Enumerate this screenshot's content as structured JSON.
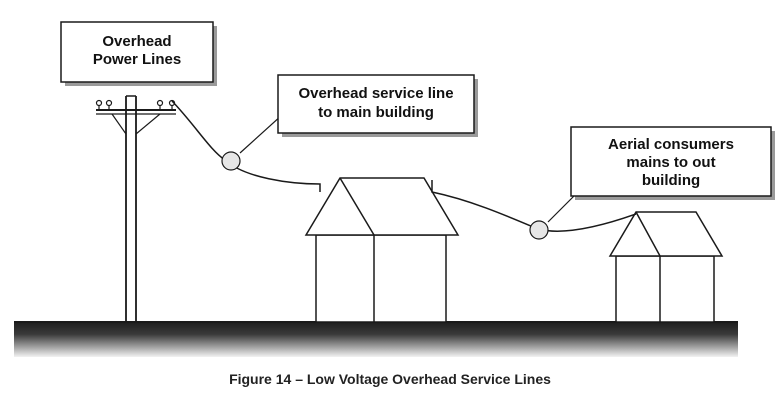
{
  "callouts": {
    "power_lines": [
      "Overhead",
      "Power Lines"
    ],
    "service_line": [
      "Overhead service line",
      "to main building"
    ],
    "aerial_mains": [
      "Aerial consumers",
      "mains to out",
      "building"
    ]
  },
  "caption": "Figure 14 – Low Voltage Overhead Service Lines",
  "colors": {
    "stroke": "#1a1a1a",
    "ground_dark": "#1e1e1e",
    "ground_light": "#f2f2f2",
    "callout_shadow": "#9a9a9a",
    "marker_fill": "#e6e6e6"
  }
}
